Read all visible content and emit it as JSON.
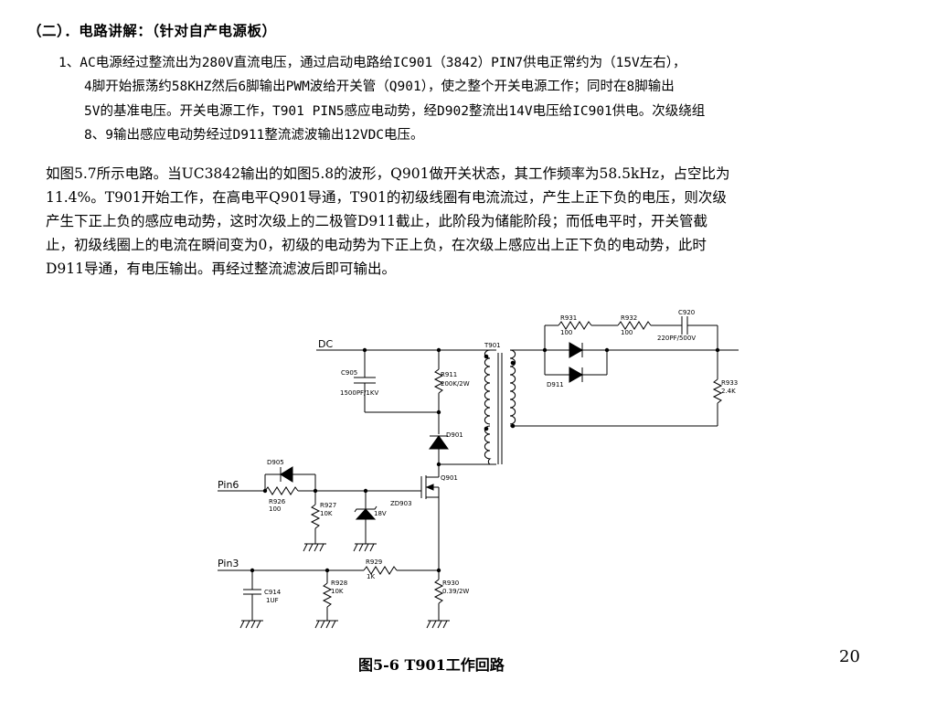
{
  "heading": "（二）．电路讲解：（针对自产电源板）",
  "para1_lines": [
    "1、AC电源经过整流出为280V直流电压，通过启动电路给IC901（3842）PIN7供电正常约为（15V左右），",
    "4脚开始振荡约58KHZ然后6脚输出PWM波给开关管（Q901），使之整个开关电源工作；同时在8脚输出",
    "5V的基准电压。开关电源工作，T901 PIN5感应电动势，经D902整流出14V电压给IC901供电。次级绕组",
    "8、9输出感应电动势经过D911整流滤波输出12VDC电压。"
  ],
  "para2_lines": [
    "如图5.7所示电路。当UC3842输出的如图5.8的波形，Q901做开关状态，其工作频率为58.5kHz，占空比为",
    "11.4%。T901开始工作，在高电平Q901导通，T901的初级线圈有电流流过，产生上正下负的电压，则次级",
    "产生下正上负的感应电动势，这时次级上的二极管D911截止，此阶段为储能阶段；而低电平时，开关管截",
    "止，初级线圈上的电流在瞬间变为0，初级的电动势为下正上负，在次级上感应出上正下负的电动势，此时",
    "D911导通，有电压输出。再经过整流滤波后即可输出。"
  ],
  "circuit": {
    "dc": "DC",
    "c905": "C905",
    "c905_val": "1500PF/1KV",
    "r911": "R911",
    "r911_val": "200K/2W",
    "t901": "T901",
    "d901": "D901",
    "q901": "Q901",
    "d905": "D905",
    "pin6": "Pin6",
    "r926": "R926",
    "r926_val": "100",
    "r927": "R927",
    "r927_val": "10K",
    "zd903": "ZD903",
    "zd903_val": "18V",
    "pin3": "Pin3",
    "r929": "R929",
    "r929_val": "1K",
    "c914": "C914",
    "c914_val": "1UF",
    "r928": "R928",
    "r928_val": "10K",
    "r930": "R930",
    "r930_val": "0.39/2W",
    "r931": "R931",
    "r931_val": "100",
    "r932": "R932",
    "r932_val": "100",
    "c920": "C920",
    "c920_val": "220PF/500V",
    "d911": "D911",
    "r933": "R933",
    "r933_val": "2.4K"
  },
  "caption": "图5-6  T901工作回路",
  "page_number": "20"
}
